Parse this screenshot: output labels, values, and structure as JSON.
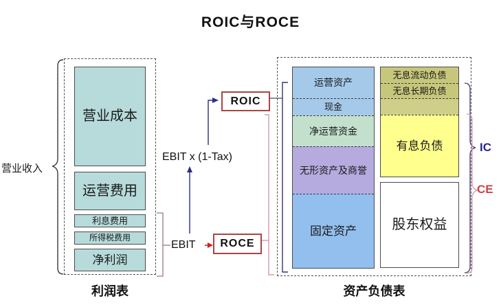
{
  "title": "ROIC与ROCE",
  "income_statement": {
    "revenue_label": "营业收入",
    "table_label": "利润表",
    "blocks": [
      {
        "label": "营业成本"
      },
      {
        "label": "运营费用"
      },
      {
        "label": "利息费用"
      },
      {
        "label": "所得税费用"
      },
      {
        "label": "净利润"
      }
    ]
  },
  "formulas": {
    "roic": "ROIC",
    "roce": "ROCE",
    "ebit_after_tax": "EBIT x (1-Tax)",
    "ebit": "EBIT"
  },
  "balance_sheet": {
    "table_label": "资产负债表",
    "assets": [
      {
        "label": "运营资产"
      },
      {
        "label": "现金"
      },
      {
        "label": "净运营资金"
      },
      {
        "label": "无形资产及商誉"
      },
      {
        "label": "固定资产"
      }
    ],
    "liabilities_equity": [
      {
        "label": "无息流动负债"
      },
      {
        "label": "无息长期负债"
      },
      {
        "label": "有息负债"
      },
      {
        "label": "股东权益"
      }
    ]
  },
  "brackets": {
    "ic_label": "IC",
    "ce_label": "CE"
  },
  "colors": {
    "income_block": "#b7dbdb",
    "operating_assets": "#a5c9e9",
    "cash": "#a5c9e9",
    "net_working_capital": "#c3e0cd",
    "intangibles_goodwill": "#b5abdf",
    "fixed_assets": "#92bfee",
    "non_interest_liabilities": "#c7c77b",
    "interest_liabilities": "#ffff8e",
    "equity": "#ffffff",
    "roic_roce_border": "#a84444",
    "ic_text": "#26268c",
    "ce_text": "#cc4444",
    "navy_line": "#2c2c80",
    "pink_line": "#d898a8",
    "red_arrow": "#cc2222"
  }
}
